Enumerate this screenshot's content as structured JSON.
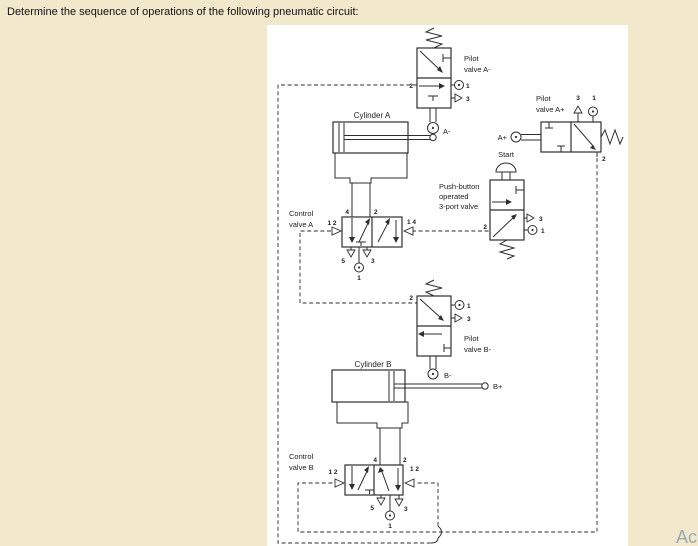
{
  "title": "Determine the sequence of operations of the following pneumatic circuit:",
  "watermark": "Ac",
  "colors": {
    "background": "#f2e8cb",
    "panel": "#ffffff",
    "line": "#2e2e2e",
    "watermark": "#9aa8b2"
  },
  "cylinder_a": {
    "label": "Cylinder A"
  },
  "cylinder_b": {
    "label": "Cylinder B",
    "rod_end": "B+"
  },
  "pilot_valve_a_minus": {
    "name1": "Pilot",
    "name2": "valve A-",
    "p2": "2",
    "p1": "1",
    "p3": "3",
    "cam": "A-"
  },
  "pilot_valve_a_plus": {
    "name1": "Pilot",
    "name2": "valve A+",
    "p3": "3",
    "p1": "1",
    "p2": "2",
    "cam": "A+"
  },
  "pilot_valve_b_minus": {
    "name1": "Pilot",
    "name2": "valve B-",
    "p2": "2",
    "p1": "1",
    "p3": "3",
    "cam": "B-"
  },
  "start_valve": {
    "label": "Start",
    "desc1": "Push-button",
    "desc2": "operated",
    "desc3": "3-port valve",
    "p2": "2",
    "p3": "3",
    "p1": "1"
  },
  "control_valve_a": {
    "name1": "Control",
    "name2": "valve A",
    "pilot_left": "1 2",
    "pilot_right": "1 4",
    "p4": "4",
    "p2": "2",
    "p5": "5",
    "p3": "3",
    "p1": "1"
  },
  "control_valve_b": {
    "name1": "Control",
    "name2": "valve B",
    "pilot_left": "1 2",
    "pilot_right": "1 2",
    "p4": "4",
    "p2": "2",
    "p5": "5",
    "p3": "3",
    "p1": "1"
  }
}
